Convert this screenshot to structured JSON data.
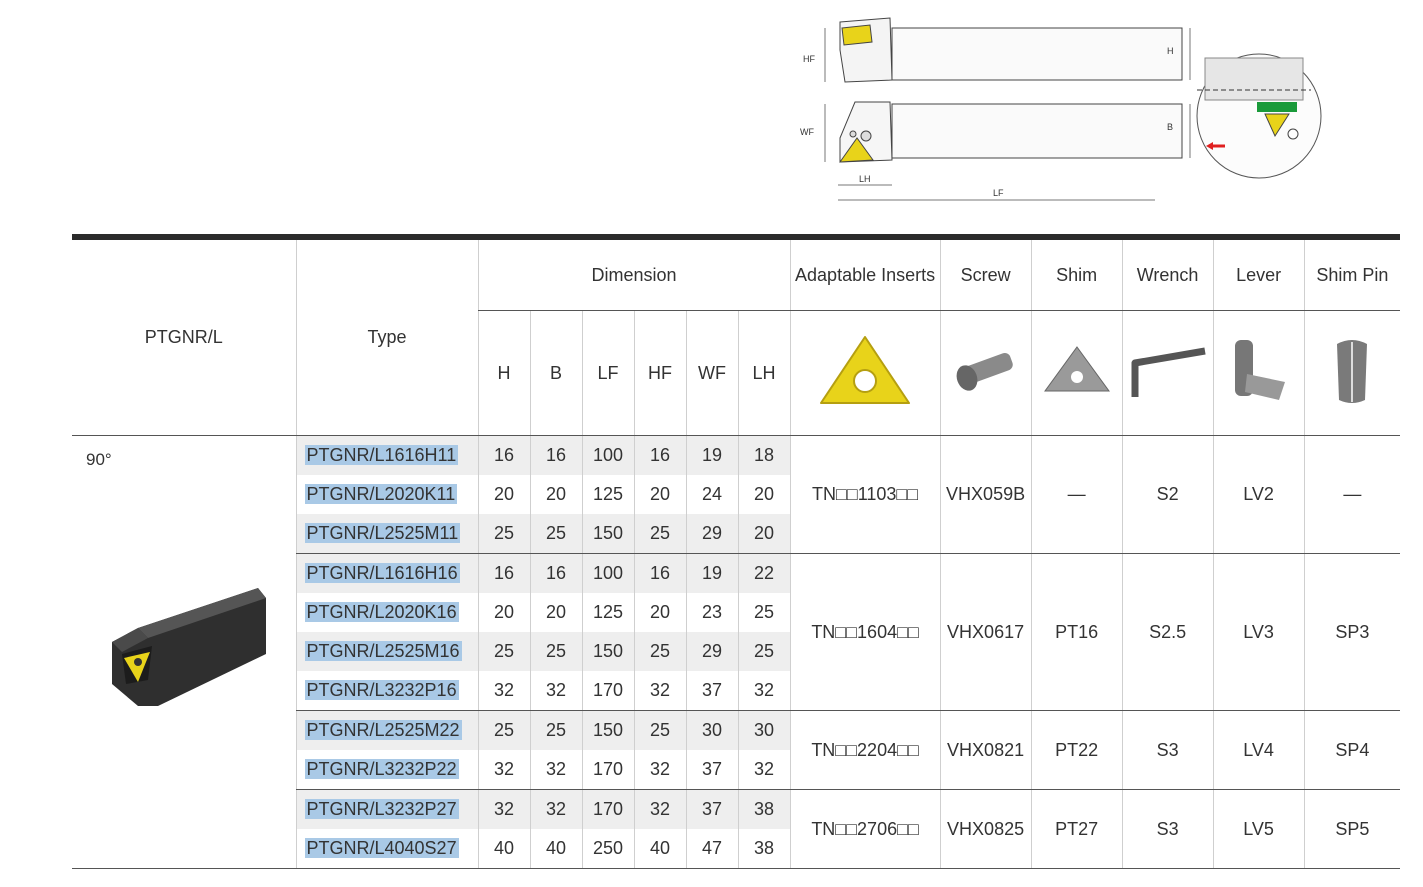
{
  "drawing": {
    "labels": {
      "hf": "HF",
      "h": "H",
      "wf": "WF",
      "b": "B",
      "lh": "LH",
      "lf": "LF"
    }
  },
  "table": {
    "family": "PTGNR/L",
    "type_header": "Type",
    "dimension_header": "Dimension",
    "dimension_cols": [
      "H",
      "B",
      "LF",
      "HF",
      "WF",
      "LH"
    ],
    "part_headers": [
      "Adaptable Inserts",
      "Screw",
      "Shim",
      "Wrench",
      "Lever",
      "Shim Pin"
    ],
    "angle": "90°",
    "groups": [
      {
        "insert": "TN□□1103□□",
        "screw": "VHX059B",
        "shim": "—",
        "wrench": "S2",
        "lever": "LV2",
        "shim_pin": "—",
        "rows": [
          {
            "type": "PTGNR/L1616H11",
            "dims": [
              "16",
              "16",
              "100",
              "16",
              "19",
              "18"
            ]
          },
          {
            "type": "PTGNR/L2020K11",
            "dims": [
              "20",
              "20",
              "125",
              "20",
              "24",
              "20"
            ]
          },
          {
            "type": "PTGNR/L2525M11",
            "dims": [
              "25",
              "25",
              "150",
              "25",
              "29",
              "20"
            ]
          }
        ]
      },
      {
        "insert": "TN□□1604□□",
        "screw": "VHX0617",
        "shim": "PT16",
        "wrench": "S2.5",
        "lever": "LV3",
        "shim_pin": "SP3",
        "rows": [
          {
            "type": "PTGNR/L1616H16",
            "dims": [
              "16",
              "16",
              "100",
              "16",
              "19",
              "22"
            ]
          },
          {
            "type": "PTGNR/L2020K16",
            "dims": [
              "20",
              "20",
              "125",
              "20",
              "23",
              "25"
            ]
          },
          {
            "type": "PTGNR/L2525M16",
            "dims": [
              "25",
              "25",
              "150",
              "25",
              "29",
              "25"
            ]
          },
          {
            "type": "PTGNR/L3232P16",
            "dims": [
              "32",
              "32",
              "170",
              "32",
              "37",
              "32"
            ]
          }
        ]
      },
      {
        "insert": "TN□□2204□□",
        "screw": "VHX0821",
        "shim": "PT22",
        "wrench": "S3",
        "lever": "LV4",
        "shim_pin": "SP4",
        "rows": [
          {
            "type": "PTGNR/L2525M22",
            "dims": [
              "25",
              "25",
              "150",
              "25",
              "30",
              "30"
            ]
          },
          {
            "type": "PTGNR/L3232P22",
            "dims": [
              "32",
              "32",
              "170",
              "32",
              "37",
              "32"
            ]
          }
        ]
      },
      {
        "insert": "TN□□2706□□",
        "screw": "VHX0825",
        "shim": "PT27",
        "wrench": "S3",
        "lever": "LV5",
        "shim_pin": "SP5",
        "rows": [
          {
            "type": "PTGNR/L3232P27",
            "dims": [
              "32",
              "32",
              "170",
              "32",
              "37",
              "38"
            ]
          },
          {
            "type": "PTGNR/L4040S27",
            "dims": [
              "40",
              "40",
              "250",
              "40",
              "47",
              "38"
            ]
          }
        ]
      }
    ]
  }
}
